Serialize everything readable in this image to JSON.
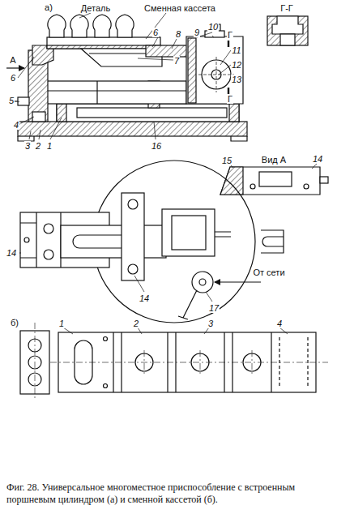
{
  "diagram": {
    "caption": "Фиг. 28. Универсальное многоместное приспособление с встроенным поршневым цилиндром (а) и сменной кассетой (б).",
    "labels": [
      "а)",
      "Деталь",
      "Сменная кассета",
      "Г-Г",
      "А",
      "6",
      "8",
      "9",
      "10",
      "Г",
      "7",
      "11",
      "12",
      "13",
      "6",
      "5",
      "4",
      "Г",
      "3",
      "2",
      "1",
      "16",
      "15",
      "Вид А",
      "14",
      "14",
      "От сети",
      "14",
      "17",
      "б)",
      "1",
      "2",
      "3",
      "4"
    ]
  }
}
